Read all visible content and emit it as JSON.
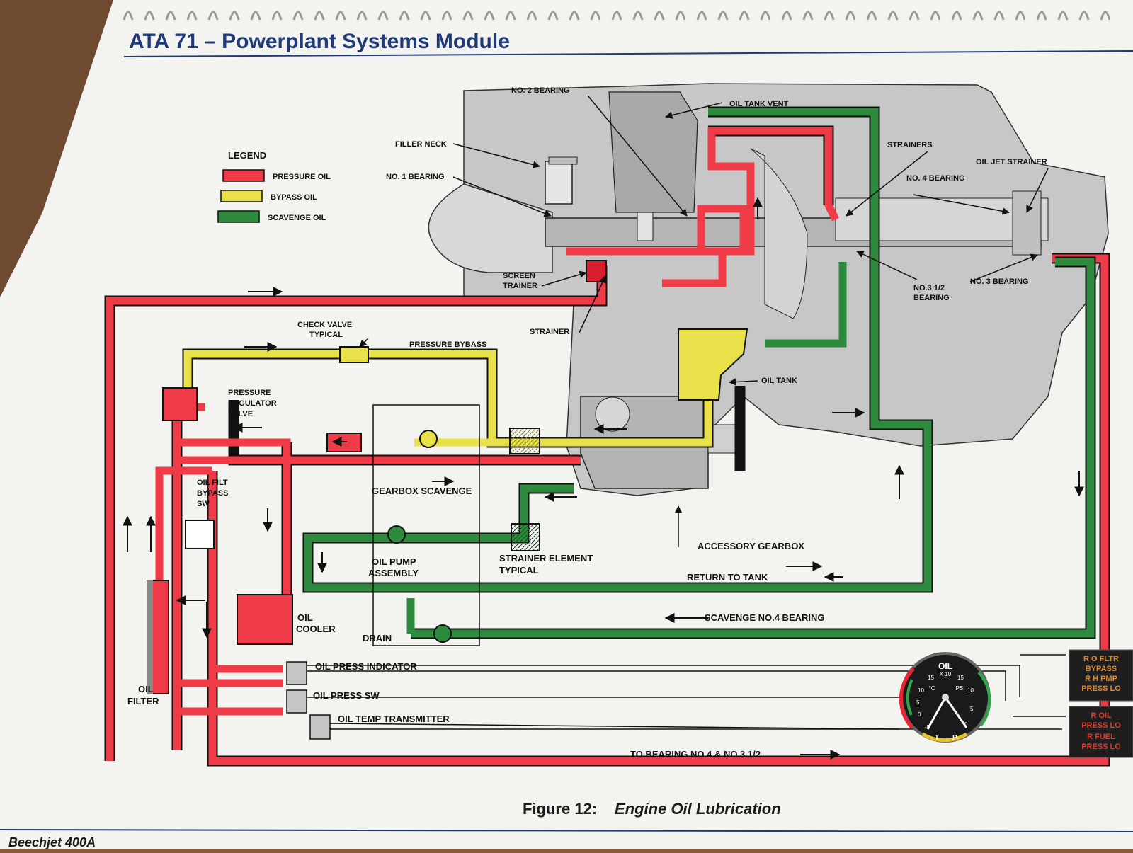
{
  "header": {
    "title": "ATA 71 – Powerplant Systems Module"
  },
  "footer": {
    "brand": "Beechjet 400A",
    "caption_prefix": "Figure 12:",
    "caption_title": "Engine Oil Lubrication"
  },
  "legend": {
    "title": "LEGEND",
    "items": [
      {
        "label": "PRESSURE OIL",
        "color": "#ef3b47"
      },
      {
        "label": "BYPASS OIL",
        "color": "#e9e14a"
      },
      {
        "label": "SCAVENGE OIL",
        "color": "#2e8a3c"
      }
    ]
  },
  "colors": {
    "pressure": "#ef3b47",
    "bypass": "#e9e14a",
    "scavenge": "#2e8a3c",
    "engine": "#c7c7c7",
    "title": "#1f3a78"
  },
  "labels": {
    "no2_bearing": "NO. 2 BEARING",
    "oil_tank_vent": "OIL TANK VENT",
    "filler_neck": "FILLER NECK",
    "no1_bearing": "NO. 1 BEARING",
    "strainers": "STRAINERS",
    "oil_jet_strainer": "OIL JET STRAINER",
    "no4_bearing": "NO. 4 BEARING",
    "screen_trainer_1": "SCREEN",
    "screen_trainer_2": "TRAINER",
    "no3_bearing": "NO. 3 BEARING",
    "no3half_1": "NO.3 1/2",
    "no3half_2": "BEARING",
    "check_valve_1": "CHECK VALVE",
    "check_valve_2": "TYPICAL",
    "strainer": "STRAINER",
    "pressure_bybass": "PRESSURE BYBASS",
    "oil_tank": "OIL TANK",
    "prv_1": "PRESSURE",
    "prv_2": "REGULATOR",
    "prv_3": "VALVE",
    "oil_filt_1": "OIL FILT",
    "oil_filt_2": "BYPASS",
    "oil_filt_3": "SW",
    "gearbox_scavenge": "GEARBOX SCAVENGE",
    "oil_pump_1": "OIL PUMP",
    "oil_pump_2": "ASSEMBLY",
    "strainer_elem_1": "STRAINER ELEMENT",
    "strainer_elem_2": "TYPICAL",
    "accessory_gearbox": "ACCESSORY GEARBOX",
    "return_to_tank": "RETURN TO TANK",
    "oil_cooler_1": "OIL",
    "oil_cooler_2": "COOLER",
    "drain": "DRAIN",
    "scavenge_no4": "SCAVENGE NO.4 BEARING",
    "oil_press_indicator": "OIL PRESS INDICATOR",
    "oil_press_sw": "OIL PRESS SW",
    "oil_temp_transmitter": "OIL TEMP TRANSMITTER",
    "oil_filter_1": "OIL",
    "oil_filter_2": "FILTER",
    "to_bearing": "TO BEARING NO.4 & NO.3 1/2"
  },
  "gauge": {
    "title": "OIL",
    "scale": "X 10",
    "left_unit": "°C",
    "right_unit": "PSI",
    "temp_ticks": [
      "15",
      "10",
      "5",
      "0",
      "-5"
    ],
    "press_ticks": [
      "15",
      "10",
      "5",
      "0"
    ],
    "left_letter": "T",
    "right_letter": "P"
  },
  "annunciators": {
    "upper": [
      "R O FLTR",
      "BYPASS",
      "R H PMP",
      "PRESS LO"
    ],
    "lower": [
      "R OIL",
      "PRESS LO",
      "R FUEL",
      "PRESS LO"
    ]
  }
}
